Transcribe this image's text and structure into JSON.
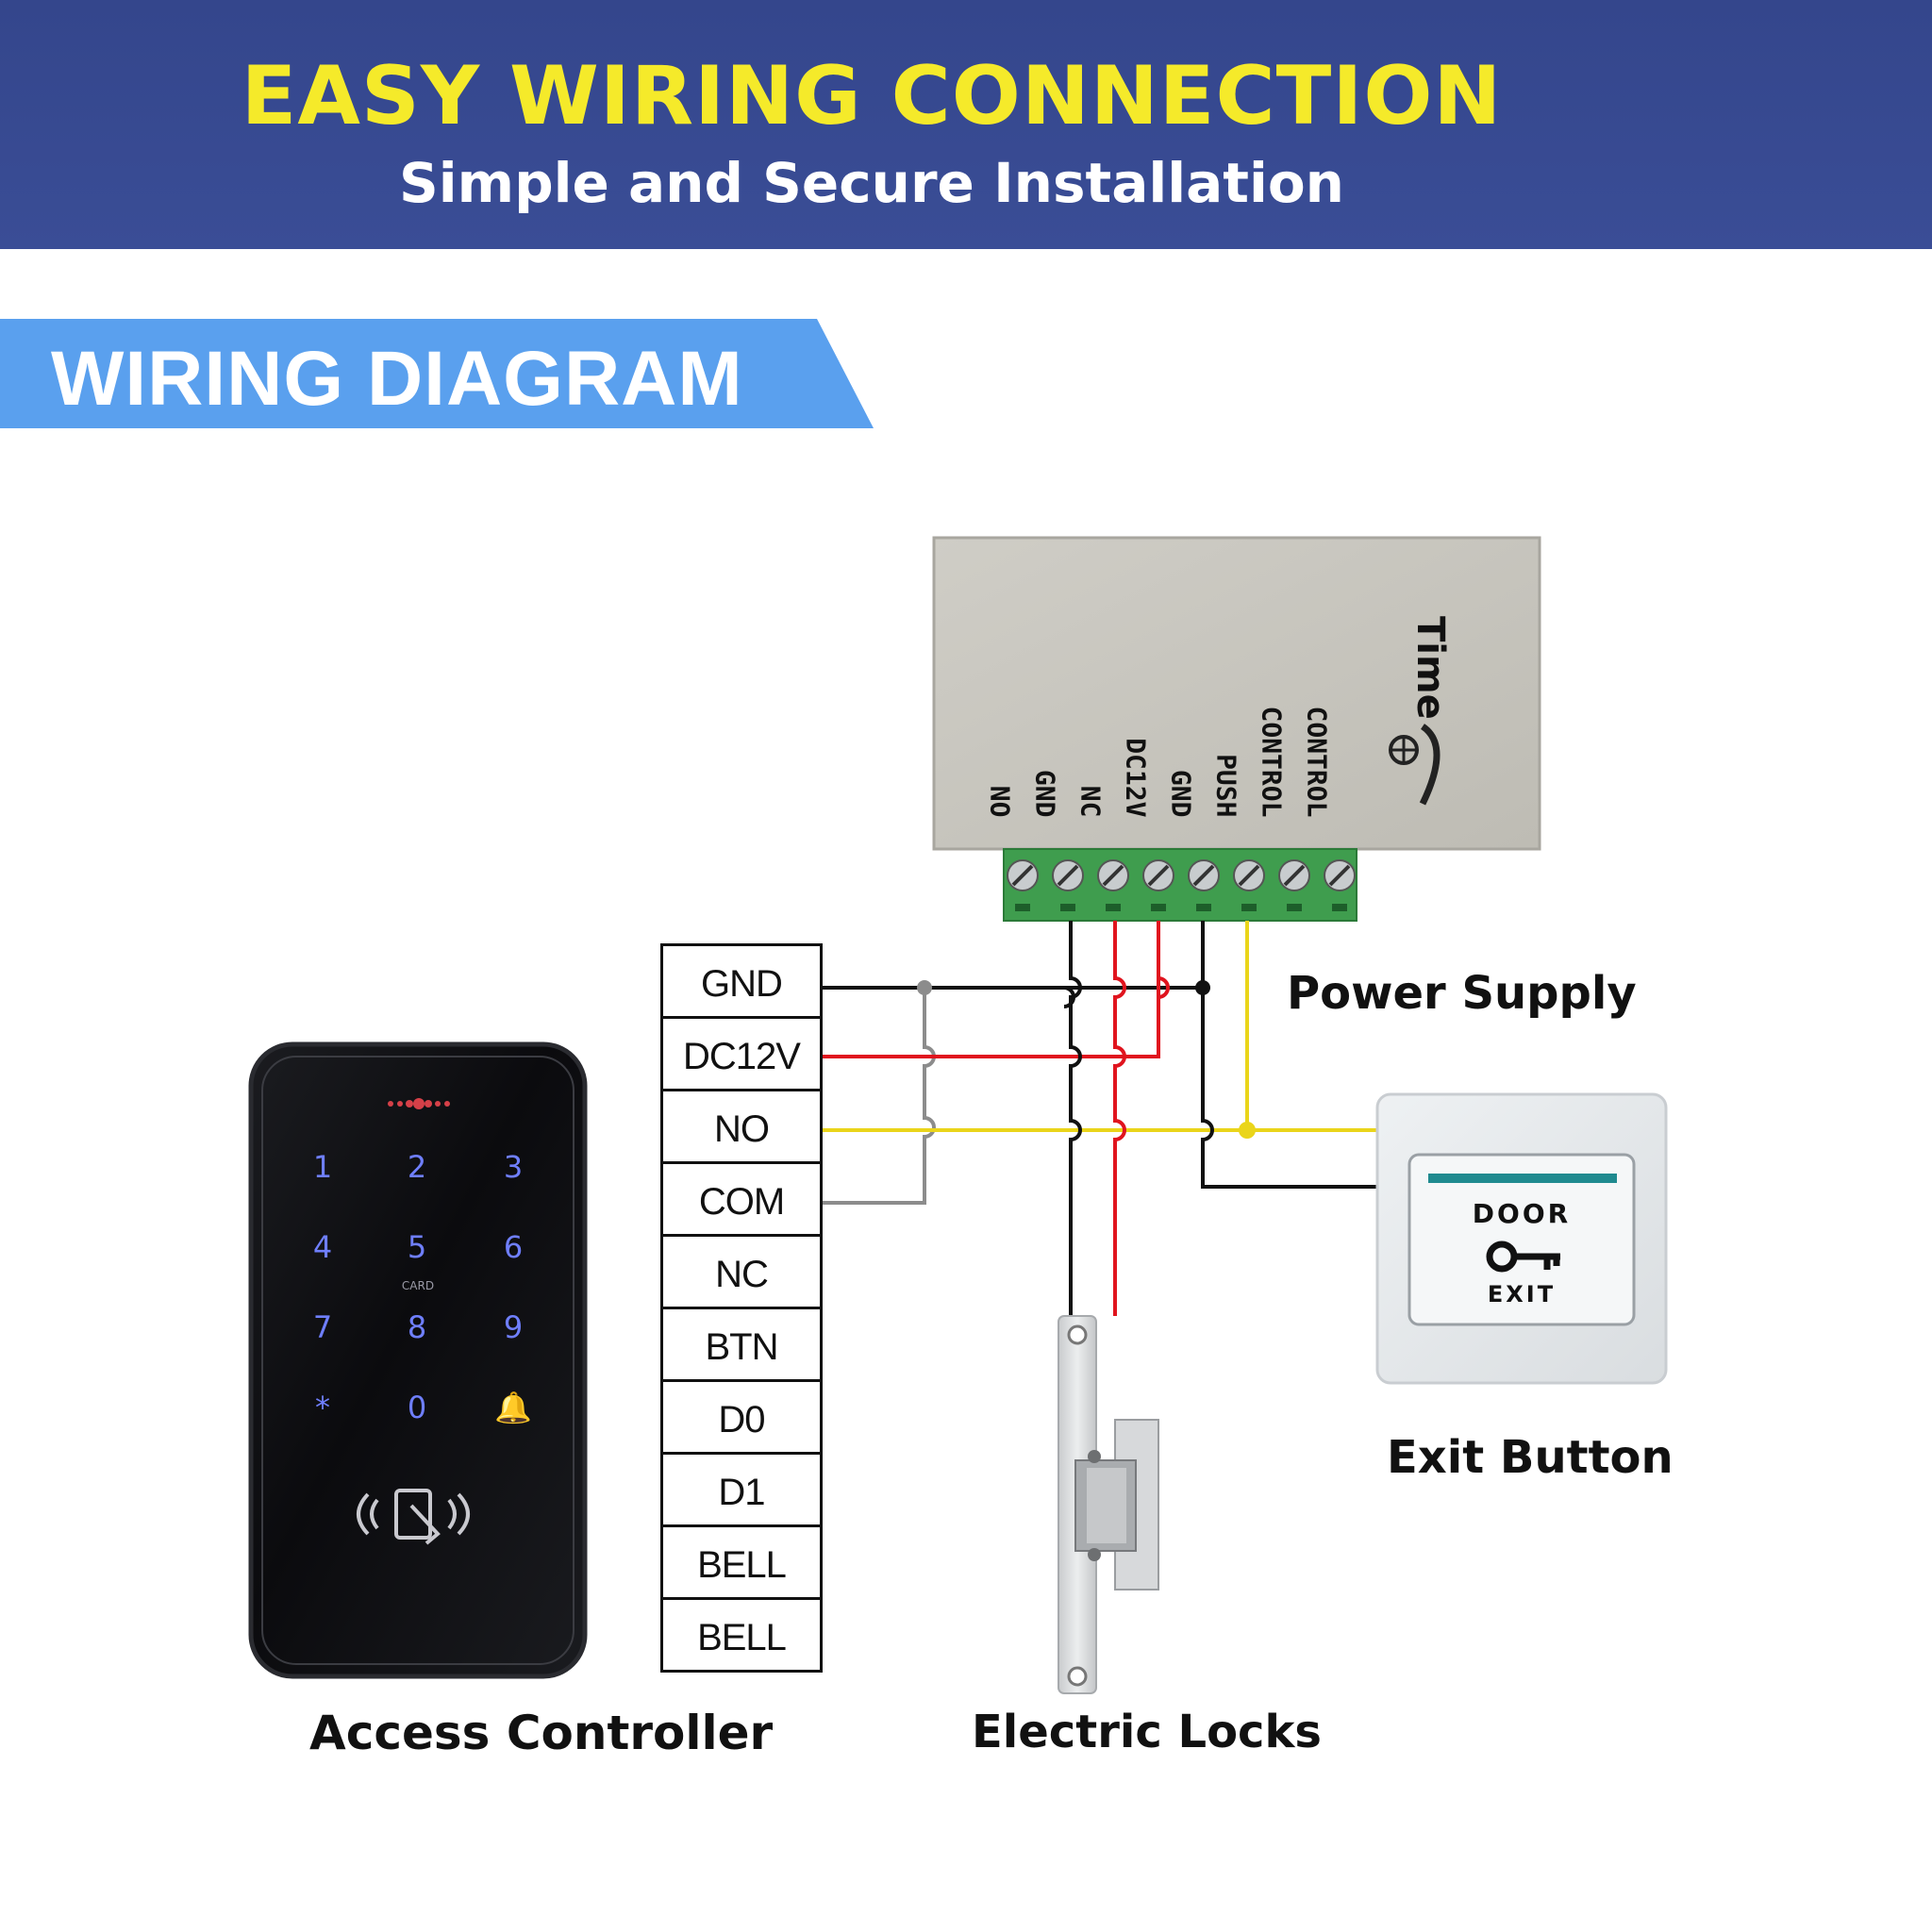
{
  "banner": {
    "title": "EASY WIRING CONNECTION",
    "subtitle": "Simple and Secure Installation"
  },
  "section": {
    "title": "WIRING DIAGRAM"
  },
  "terminals": [
    "GND",
    "DC12V",
    "NO",
    "COM",
    "NC",
    "BTN",
    "D0",
    "D1",
    "BELL",
    "BELL"
  ],
  "power_supply": {
    "label": "Power Supply",
    "pins": [
      "NO",
      "GND",
      "NC",
      "DC12V",
      "GND",
      "PUSH",
      "CONTROL",
      "CONTROL"
    ],
    "time_label": "Time"
  },
  "keypad": {
    "keys": [
      "1",
      "2",
      "3",
      "4",
      "5",
      "6",
      "7",
      "8",
      "9",
      "*",
      "0",
      "🔔"
    ],
    "card_text": "CARD"
  },
  "exit_button": {
    "top_text": "DOOR",
    "bottom_text": "EXIT",
    "label": "Exit Button"
  },
  "labels": {
    "access_controller": "Access Controller",
    "electric_locks": "Electric Locks"
  },
  "colors": {
    "banner": "#34468c",
    "title_yellow": "#f5ea2a",
    "tab_blue": "#5aa0ee",
    "wire_red": "#e0141e",
    "wire_black": "#111111",
    "wire_yellow": "#ead51a",
    "wire_gray": "#8c8c8c",
    "keypad_key": "#6f7fff"
  }
}
